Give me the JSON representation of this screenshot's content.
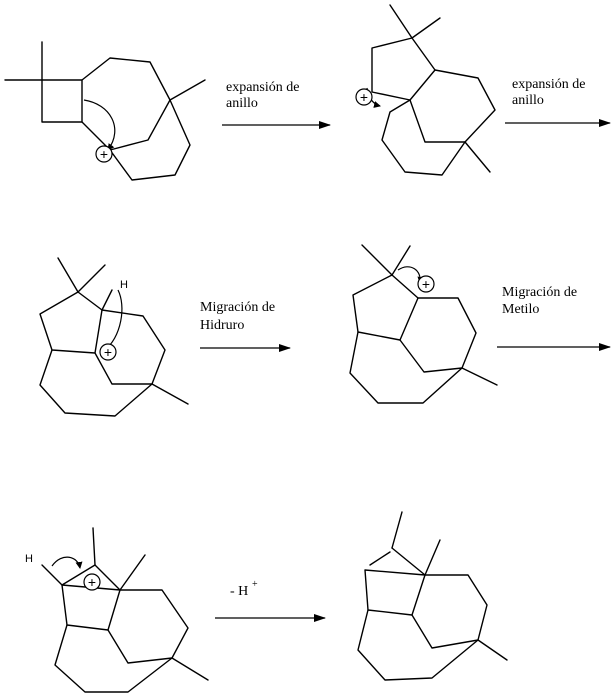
{
  "steps": [
    {
      "label_line1": "expansión de",
      "label_line2": "anillo"
    },
    {
      "label_line1": "expansión de",
      "label_line2": "anillo"
    },
    {
      "label_line1": "Migración de",
      "label_line2": "Hidruro"
    },
    {
      "label_line1": "Migración de",
      "label_line2": "Metilo"
    },
    {
      "label_line1": "- H",
      "label_sup": "+"
    }
  ],
  "atoms": {
    "hydrogen": "H",
    "cation_symbol": "+"
  }
}
